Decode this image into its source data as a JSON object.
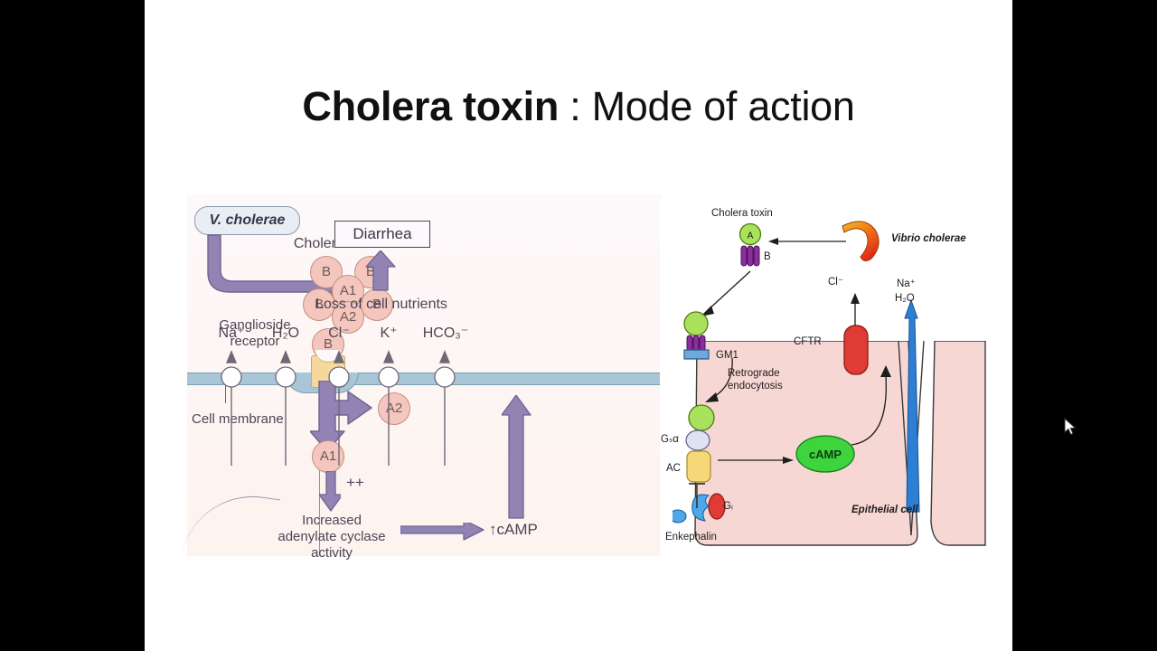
{
  "slide": {
    "title_bold": "Cholera toxin",
    "title_rest": " : Mode of action"
  },
  "left_figure": {
    "name": "cholera-toxin-mechanism-left",
    "source_label": "V. cholerae",
    "toxin_label": "Cholera toxin",
    "receptor_label_line1": "Ganglioside",
    "receptor_label_line2": "receptor",
    "membrane_label": "Cell membrane",
    "subunits": [
      {
        "id": "B",
        "label": "B"
      },
      {
        "id": "B",
        "label": "B"
      },
      {
        "id": "A1",
        "label": "A1"
      },
      {
        "id": "B",
        "label": "B"
      },
      {
        "id": "B",
        "label": "B"
      },
      {
        "id": "A2",
        "label": "A2"
      },
      {
        "id": "B",
        "label": "B"
      }
    ],
    "released_a2": "A2",
    "released_a1": "A1",
    "plus_plus": "++",
    "cyclase_line1": "Increased",
    "cyclase_line2": "adenylate cyclase",
    "cyclase_line3": "activity",
    "camp_label": "↑cAMP",
    "nutrients_label": "Loss of cell nutrients",
    "diarrhea_label": "Diarrhea",
    "ions": [
      "Na⁺",
      "H₂O",
      "Cl⁻",
      "K⁺",
      "HCO₃⁻"
    ]
  },
  "right_figure": {
    "name": "cholera-toxin-epithelial-cell-right",
    "toxin_label": "Cholera toxin",
    "subunit_a": "A",
    "subunit_b": "B",
    "bacterium_label": "Vibrio cholerae",
    "gm1_label": "GM1",
    "cftr_label": "CFTR",
    "chloride_label": "Cl⁻",
    "sodium_label": "Na⁺",
    "water_label": "H₂O",
    "retrograde_line1": "Retrograde",
    "retrograde_line2": "endocytosis",
    "gs_alpha_label": "Gₛα",
    "ac_label": "AC",
    "camp_label": "cAMP",
    "gi_label": "Gᵢ",
    "enkephalin_label": "Enkephalin",
    "epithelial_label": "Epithelial cell"
  },
  "colors": {
    "letterbox": "#000000",
    "slide_bg": "#ffffff",
    "toxin_subunit": "#f4c6bd",
    "toxin_subunit_border": "#c2907f",
    "membrane": "#a9c6d8",
    "arrow_purple": "#9184b4",
    "receptor_yellow": "#f7d89c",
    "epithelial_pink": "#f7d7d3",
    "subunit_a_green": "#a9e05c",
    "subunit_b_purple": "#8b2f9e",
    "cftr_red": "#e03b34",
    "camp_green": "#3ed43e",
    "na_arrow_blue": "#2e7fd4",
    "vibrio_orange": "#f0a11e",
    "vibrio_red": "#e02b18"
  }
}
